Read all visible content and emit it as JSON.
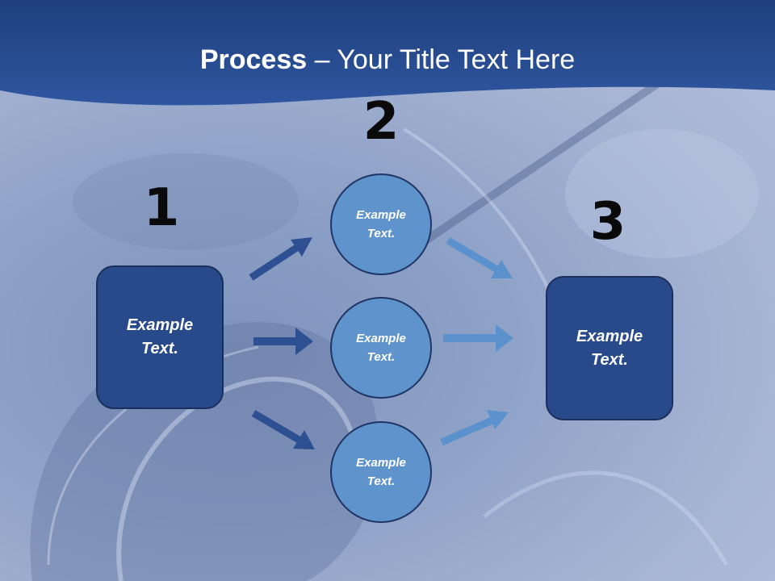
{
  "title": {
    "bold": "Process",
    "rest": " – Your Title Text Here"
  },
  "numbers": {
    "one": "1",
    "two": "2",
    "three": "3"
  },
  "left_box": {
    "text": "Example\nText."
  },
  "right_box": {
    "text": "Example\nText."
  },
  "circles": [
    {
      "text": "Example\nText."
    },
    {
      "text": "Example\nText."
    },
    {
      "text": "Example\nText."
    }
  ],
  "colors": {
    "header": "#244a8c",
    "box_fill": "#284a8a",
    "circle_fill": "#5f93cc",
    "arrow_dark": "#2e4f91",
    "arrow_light": "#5b91cc"
  }
}
